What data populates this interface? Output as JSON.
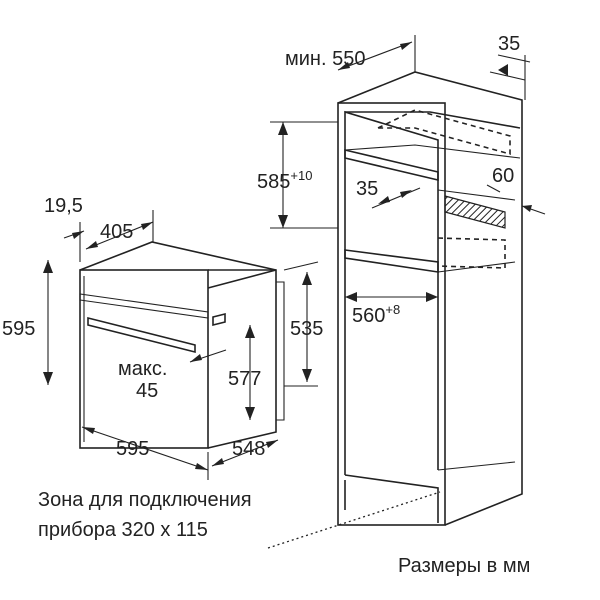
{
  "diagram": {
    "min_width_prefix": "мин.",
    "niche_width": "550",
    "back_gap": "35",
    "niche_height": "585",
    "niche_height_tol": "+10",
    "vent_depth": "35",
    "vent_height": "60",
    "niche_inner_width": "560",
    "niche_inner_width_tol": "+8",
    "front_offset": "19,5",
    "body_width_top": "405",
    "front_height": "595",
    "body_height": "535",
    "max_prefix": "макс.",
    "max_value": "45",
    "inner_height": "577",
    "front_width": "595",
    "depth": "548",
    "note_line1": "Зона для подключения",
    "note_line2": "прибора 320 x 115",
    "units_note": "Размеры в мм"
  }
}
